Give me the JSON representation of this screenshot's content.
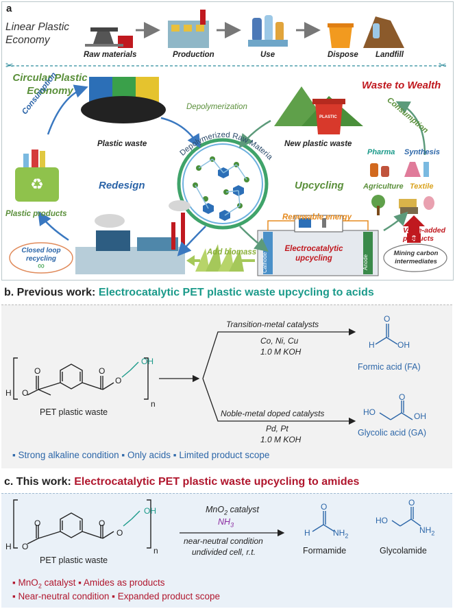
{
  "panel_a": {
    "label": "a",
    "linear_title": "Linear Plastic Economy",
    "linear_steps": [
      "Raw materials",
      "Production",
      "Use",
      "Dispose",
      "Landfill"
    ],
    "circular_title": "Circular Plastic Economy",
    "waste_to_wealth": "Waste to Wealth",
    "consumption_left": "Consumption",
    "consumption_right": "Consumption",
    "plastic_waste": "Plastic waste",
    "depolymerization": "Depolymerization",
    "new_plastic_waste": "New  plastic waste",
    "depolymerized_raw": "Depolymerized Raw Materials",
    "redesign": "Redesign",
    "upcycling": "Upcycling",
    "pharma": "Pharma",
    "synthesis": "Synthesis",
    "agriculture": "Agriculture",
    "textile": "Textile",
    "plastic_products": "Plastic products",
    "renewable_energy": "Renewable energy",
    "value_added": "Value-added products",
    "closed_loop": "Closed loop recycling",
    "add_biomass": "Add biomass",
    "electrocatalytic_upcycling": "Electrocatalytic upcycling",
    "cathode": "Cathode",
    "anode": "Anode",
    "mining": "Mining carbon intermediates",
    "plastic_bin_label": "PLASTIC"
  },
  "panel_b": {
    "heading_prefix": "b. Previous work:",
    "heading_rest": "Electrocatalytic PET plastic waste upcycling to acids",
    "pet_label": "PET plastic waste",
    "h_atom": "H",
    "o_atom": "O",
    "oh_group": "OH",
    "n_label": "n",
    "upper_condition_title": "Transition-metal catalysts",
    "upper_condition_metals": "Co, Ni, Cu",
    "upper_condition_base": "1.0 M KOH",
    "lower_condition_title": "Noble-metal doped catalysts",
    "lower_condition_metals": "Pd, Pt",
    "lower_condition_base": "1.0 M KOH",
    "product1": "Formic acid (FA)",
    "product2": "Glycolic acid (GA)",
    "p1_h": "H",
    "p1_oh": "OH",
    "p1_o": "O",
    "p2_ho": "HO",
    "p2_oh": "OH",
    "p2_o": "O",
    "bullets": [
      "Strong alkaline condition",
      "Only acids",
      "Limited product scope"
    ]
  },
  "panel_c": {
    "heading_prefix": "c. This work:",
    "heading_rest": "Electrocatalytic PET plastic waste upcycling to amides",
    "pet_label": "PET plastic waste",
    "h_atom": "H",
    "o_atom": "O",
    "oh_group": "OH",
    "n_label": "n",
    "catalyst_main": "MnO",
    "catalyst_sub": "2",
    "catalyst_rest": " catalyst",
    "reagent_main": "NH",
    "reagent_sub": "3",
    "cond1": "near-neutral condition",
    "cond2": "undivided cell, r.t.",
    "product1": "Formamide",
    "product2": "Glycolamide",
    "p1_h": "H",
    "p1_nh": "NH",
    "p1_nh_sub": "2",
    "p1_o": "O",
    "p2_ho": "HO",
    "p2_nh": "NH",
    "p2_nh_sub": "2",
    "p2_o": "O",
    "bullet1_main": "MnO",
    "bullet1_sub": "2",
    "bullet1_rest": " catalyst",
    "bullet2": "Amides as products",
    "bullet3": "Near-neutral condition",
    "bullet4": "Expanded product scope"
  },
  "colors": {
    "green": "#5a8f3a",
    "red": "#c0191f",
    "blue": "#2b64a8",
    "teal": "#1b9a8a",
    "dark_red": "#b0162d",
    "orange": "#e58a1f",
    "purple": "#8a2aa0"
  }
}
